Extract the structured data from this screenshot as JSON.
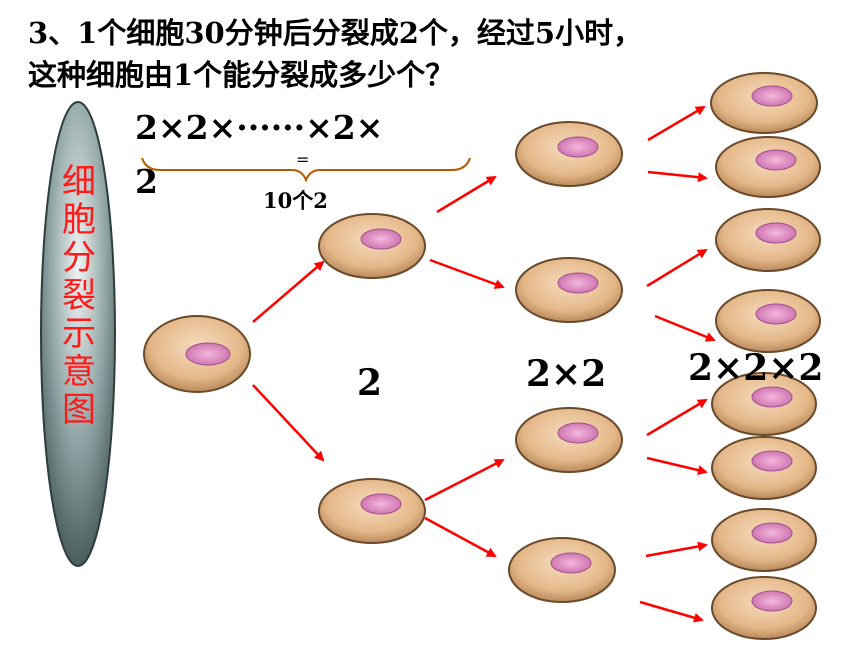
{
  "question": {
    "line1": "3、1个细胞30分钟后分裂成2个，经过5小时，",
    "line2": "这种细胞由1个能分裂成多少个？"
  },
  "formula": {
    "expr": "2×2×······×2×",
    "tail": "2",
    "equals": "=",
    "brace_label": "10个2"
  },
  "side_label": [
    "细",
    "胞",
    "分",
    "裂",
    "示",
    "意",
    "图"
  ],
  "generation_labels": [
    "2",
    "2×2",
    "2×2×2"
  ],
  "colors": {
    "arrow": "#ff0000",
    "label": "#ff1a1a",
    "cell_fill": "#e8b887",
    "nucleus": "#e388c0"
  }
}
